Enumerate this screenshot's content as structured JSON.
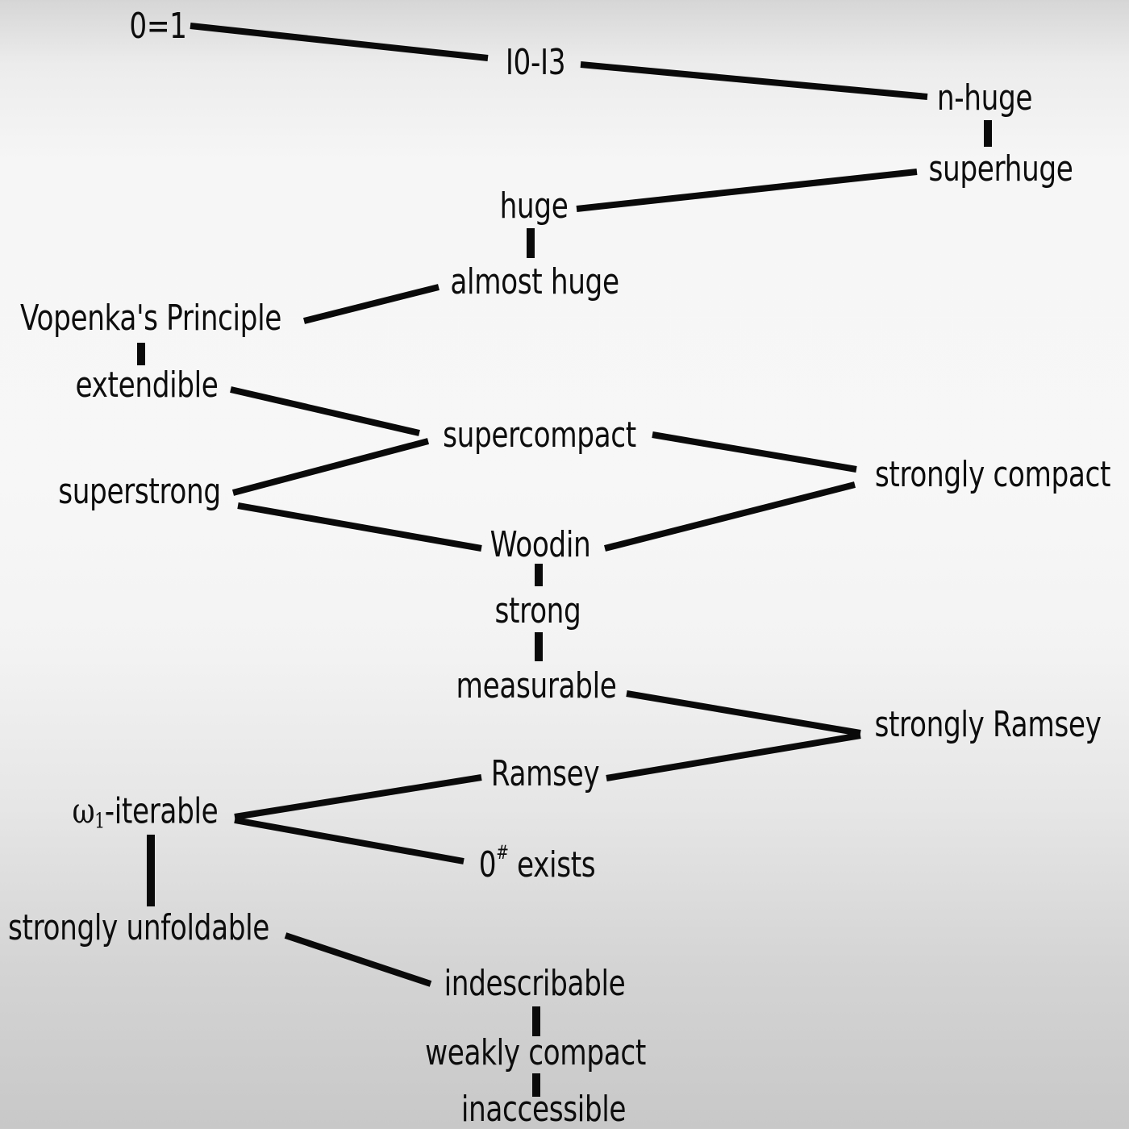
{
  "nodes": {
    "zero_eq_one": "0=1",
    "i0_i3": "I0-I3",
    "n_huge": "n-huge",
    "superhuge": "superhuge",
    "huge": "huge",
    "almost_huge": "almost huge",
    "vopenka": "Vopenka's Principle",
    "extendible": "extendible",
    "supercompact": "supercompact",
    "superstrong": "superstrong",
    "strongly_compact": "strongly compact",
    "woodin": "Woodin",
    "strong": "strong",
    "measurable": "measurable",
    "strongly_ramsey": "strongly Ramsey",
    "ramsey": "Ramsey",
    "omega1_iterable": {
      "symbol": "ω",
      "subscript": "1",
      "suffix": "-iterable"
    },
    "zero_sharp": {
      "base": "0",
      "sup": "#",
      "suffix": " exists"
    },
    "strongly_unfoldable": "strongly unfoldable",
    "indescribable": "indescribable",
    "weakly_compact": "weakly compact",
    "inaccessible": "inaccessible"
  }
}
